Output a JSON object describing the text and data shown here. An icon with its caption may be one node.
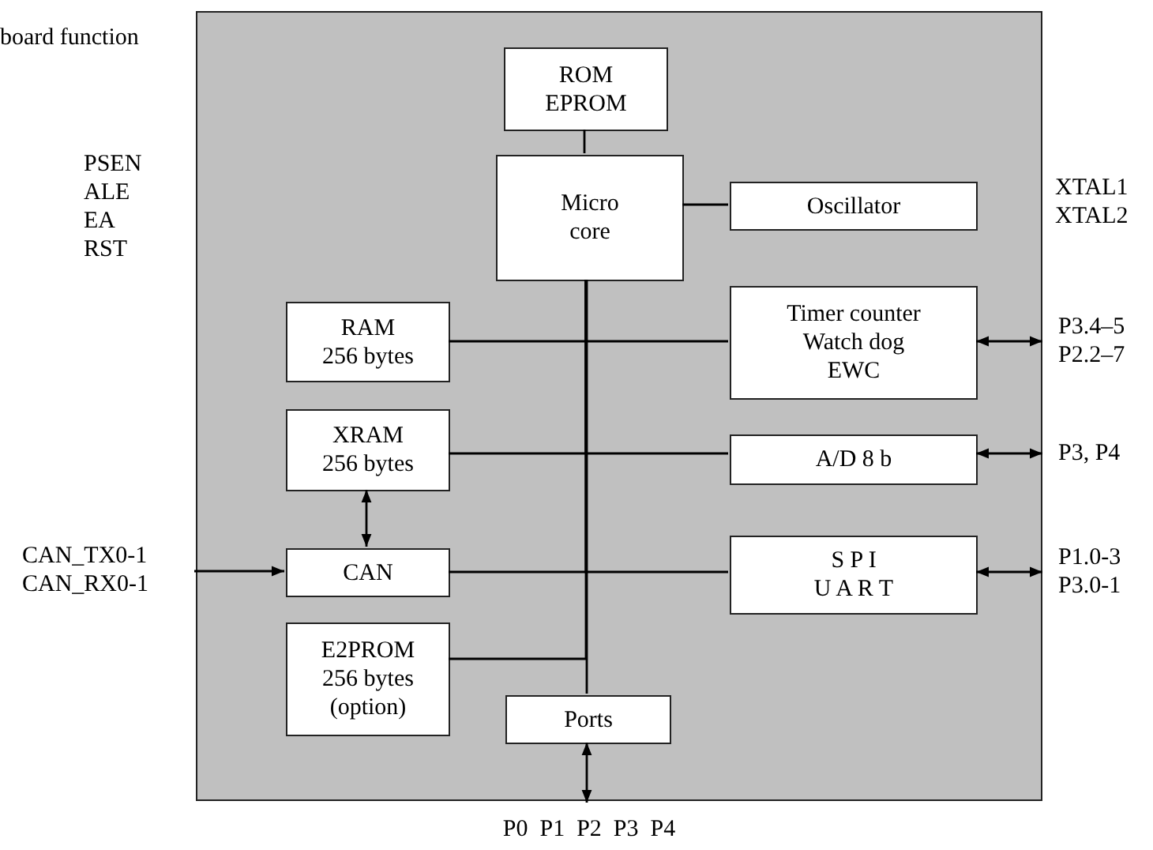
{
  "diagram": {
    "nodes": [
      {
        "text": [],
        "shape": "box"
      },
      {
        "text": [
          "ROM EPROM"
        ],
        "in": 0
      },
      {
        "text": [
          "Micro core"
        ],
        "in": 0
      },
      {
        "text": [
          "Oscillator"
        ],
        "in": 0
      },
      {
        "text": [
          "RAM 256 bytes"
        ],
        "in": 0
      },
      {
        "text": [
          "Timer counter Watch dog EWC"
        ],
        "in": 0
      },
      {
        "text": [
          "XRAM 256 bytes"
        ],
        "in": 0
      },
      {
        "text": [
          "A/D 8 b"
        ],
        "in": 0
      },
      {
        "text": [
          "CAN"
        ],
        "in": 0
      },
      {
        "text": [
          "S P I U A R T"
        ],
        "in": 0
      },
      {
        "text": [
          "E2PROM 256 bytes (option)"
        ],
        "in": 0
      },
      {
        "text": [
          "Ports"
        ],
        "in": 0
      },
      {
        "text": [
          "CAN_TX0-1 CAN_RX0-1"
        ]
      },
      {
        "text": [
          "P3.4–5 P2.2–7"
        ]
      },
      {
        "text": [
          "P3, P4"
        ]
      },
      {
        "text": [
          "P1.0-3 P3.0-1"
        ]
      },
      {
        "text": [
          "P0  P1  P2  P3  P4"
        ]
      }
    ],
    "edges": [
      {
        "from": 1,
        "to": 2,
        "arrow": "none"
      },
      {
        "from": 2,
        "to": 3,
        "arrow": "none"
      },
      {
        "from": 2,
        "to": 11,
        "arrow": "none"
      },
      {
        "from": 4,
        "to": 2,
        "arrow": "none"
      },
      {
        "from": 5,
        "to": 2,
        "arrow": "none"
      },
      {
        "from": 6,
        "to": 2,
        "arrow": "none"
      },
      {
        "from": 7,
        "to": 2,
        "arrow": "none"
      },
      {
        "from": 8,
        "to": 2,
        "arrow": "none"
      },
      {
        "from": 9,
        "to": 2,
        "arrow": "none"
      },
      {
        "from": 10,
        "to": 2,
        "arrow": "none"
      },
      {
        "from": 6,
        "to": 8,
        "arrow": "both"
      },
      {
        "from": 12,
        "to": 8,
        "arrow": "to"
      },
      {
        "from": 5,
        "to": 13,
        "arrow": "both"
      },
      {
        "from": 7,
        "to": 14,
        "arrow": "both"
      },
      {
        "from": 9,
        "to": 15,
        "arrow": "both"
      },
      {
        "from": 11,
        "to": 16,
        "arrow": "both"
      }
    ],
    "labels": [
      "board function",
      "PSEN",
      "ALE",
      "EA",
      "RST",
      "XTAL1",
      "XTAL2"
    ]
  }
}
